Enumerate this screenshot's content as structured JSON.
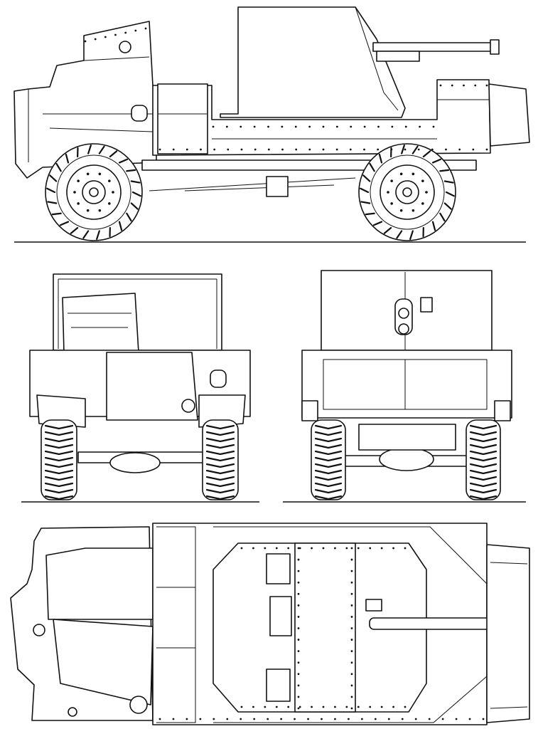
{
  "title": "",
  "views": [
    {
      "id": "side",
      "name": "side-elevation-view"
    },
    {
      "id": "front",
      "name": "front-elevation-view"
    },
    {
      "id": "rear",
      "name": "rear-elevation-view"
    },
    {
      "id": "top",
      "name": "plan-view"
    }
  ],
  "colors": {
    "ink": "#111111",
    "paper": "#ffffff"
  }
}
